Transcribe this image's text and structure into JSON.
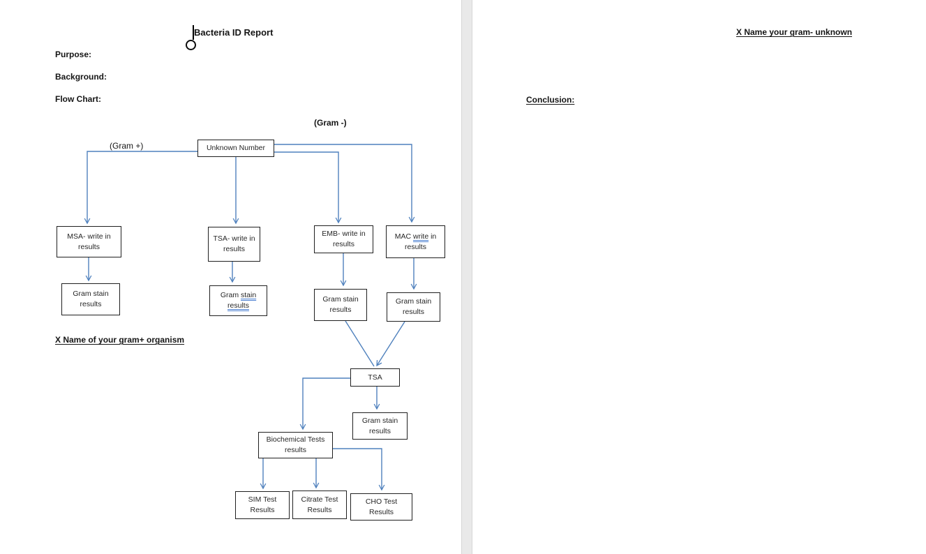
{
  "colors": {
    "connector": "#4f81bd",
    "grammar_underline": "#4a7fd1",
    "page_gap": "#e9e9e9"
  },
  "page_left": {
    "title": "Bacteria ID Report",
    "headings": {
      "purpose": "Purpose:",
      "background": "Background:",
      "flow_chart": "Flow Chart:"
    },
    "labels": {
      "gram_negative": "(Gram -)",
      "gram_positive": "(Gram +)",
      "gram_positive_organism": "X Name of your gram+ organism"
    },
    "flowchart": {
      "boxes": {
        "unknown_number": {
          "text": "Unknown Number"
        },
        "msa": {
          "text": "MSA- write in results"
        },
        "tsa_write": {
          "text": "TSA- write in results"
        },
        "emb": {
          "text": "EMB- write in results"
        },
        "mac": {
          "pre": "MAC ",
          "grammar": "write",
          "post": " in results"
        },
        "gram_stain_msa": {
          "text": "Gram stain results"
        },
        "gram_stain_tsa": {
          "pre": "Gram ",
          "grammar": "stain results",
          "post": ""
        },
        "gram_stain_emb": {
          "text": "Gram stain results"
        },
        "gram_stain_mac": {
          "text": "Gram stain results"
        },
        "tsa": {
          "text": "TSA"
        },
        "gram_stain_tsa2": {
          "text": "Gram stain results"
        },
        "biochemical": {
          "text": "Biochemical Tests results"
        },
        "sim": {
          "text": "SIM Test Results"
        },
        "citrate": {
          "text": "Citrate Test Results"
        },
        "cho": {
          "text": "CHO Test Results"
        }
      }
    }
  },
  "page_right": {
    "gram_negative_name": "X Name your gram- unknown",
    "conclusion": "Conclusion:"
  }
}
